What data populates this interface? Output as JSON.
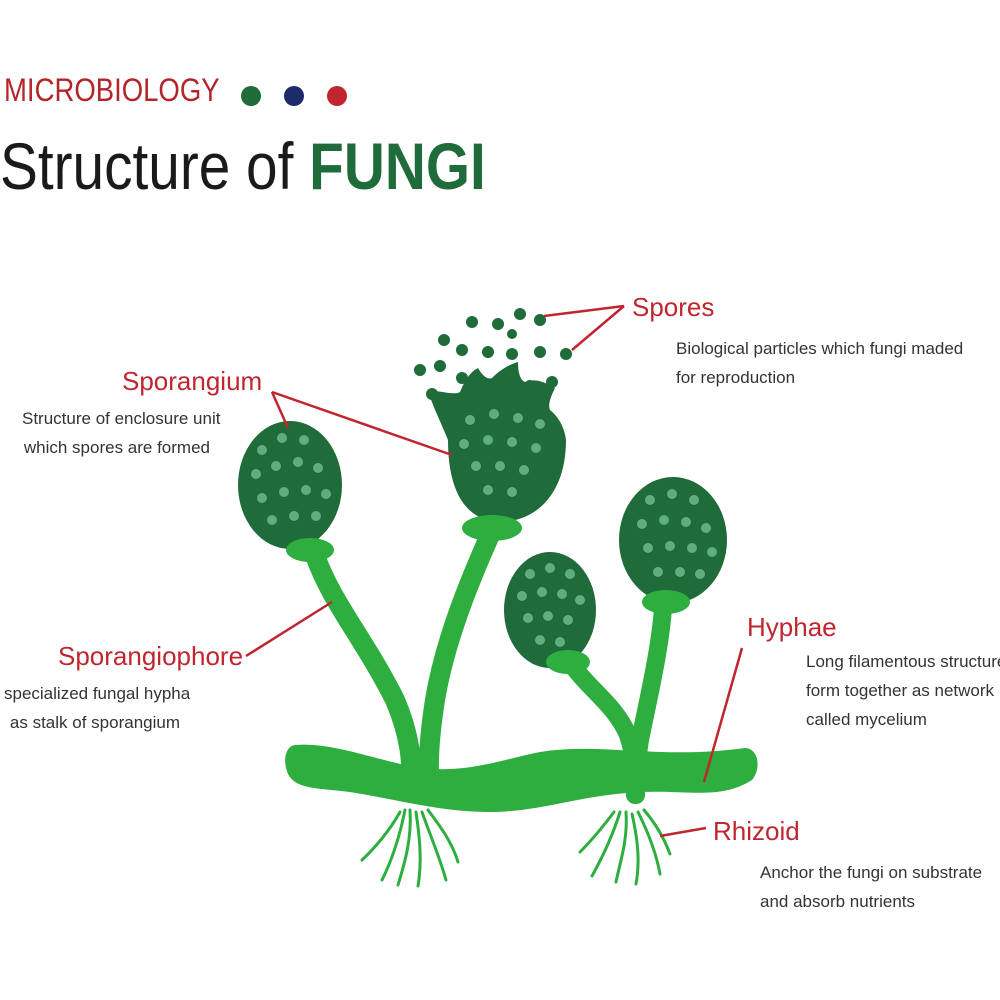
{
  "header": {
    "subject": "MICROBIOLOGY",
    "title_prefix": "Structure of",
    "title_accent": "FUNGI",
    "dot_colors": [
      "#1f6b3a",
      "#1d2a6b",
      "#c0262f"
    ]
  },
  "labels": {
    "spores": {
      "title": "Spores",
      "lines": [
        "Biological particles which fungi maded",
        "for reproduction"
      ]
    },
    "sporangium": {
      "title": "Sporangium",
      "lines": [
        "Structure of enclosure unit",
        "which spores are formed"
      ]
    },
    "sporangiophore": {
      "title": "Sporangiophore",
      "lines": [
        "specialized fungal hypha",
        "as stalk of sporangium"
      ]
    },
    "hyphae": {
      "title": "Hyphae",
      "lines": [
        "Long filamentous structure",
        "form together as network",
        "called mycelium"
      ]
    },
    "rhizoid": {
      "title": "Rhizoid",
      "lines": [
        "Anchor the fungi on substrate",
        "and absorb nutrients"
      ]
    }
  },
  "colors": {
    "bright_green": "#2eae3f",
    "dark_green": "#1f6b3a",
    "spore_dot": "#5fae7f",
    "pointer_red": "#c0262f"
  }
}
